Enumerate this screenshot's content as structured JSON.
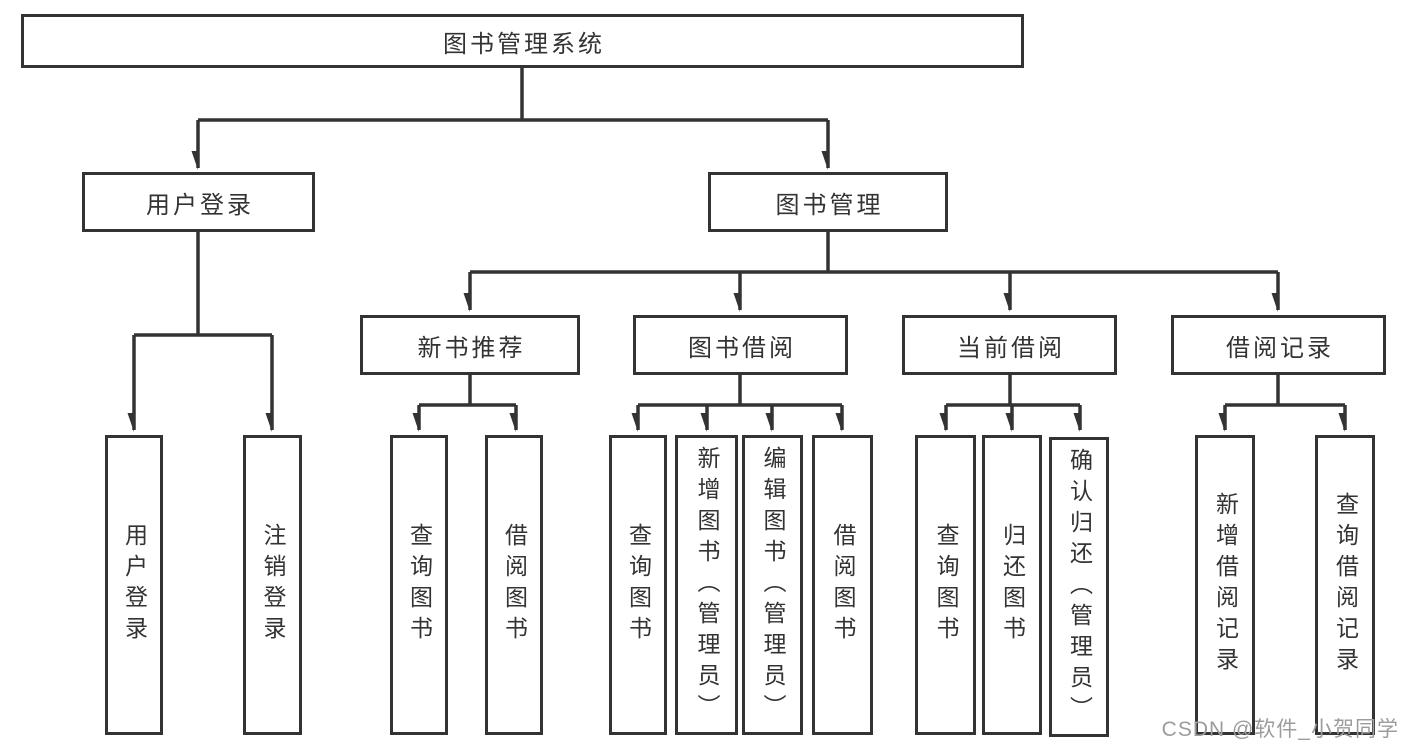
{
  "diagram": {
    "type": "hierarchy-tree",
    "root": {
      "label": "图书管理系统"
    },
    "level2": {
      "user_login": {
        "label": "用户登录"
      },
      "book_management": {
        "label": "图书管理"
      }
    },
    "level3": {
      "new_book_recommend": {
        "label": "新书推荐",
        "parent": "图书管理"
      },
      "book_borrow": {
        "label": "图书借阅",
        "parent": "图书管理"
      },
      "current_borrow": {
        "label": "当前借阅",
        "parent": "图书管理"
      },
      "borrow_records": {
        "label": "借阅记录",
        "parent": "图书管理"
      }
    },
    "leaves": {
      "user_login_leaf": {
        "label": "用户登录",
        "parent": "用户登录"
      },
      "logout_leaf": {
        "label": "注销登录",
        "parent": "用户登录"
      },
      "query_books_recommend": {
        "label": "查询图书",
        "parent": "新书推荐"
      },
      "borrow_books_recommend": {
        "label": "借阅图书",
        "parent": "新书推荐"
      },
      "query_books_borrow": {
        "label": "查询图书",
        "parent": "图书借阅"
      },
      "add_books_admin": {
        "label": "新增图书（管理员）",
        "parent": "图书借阅"
      },
      "edit_books_admin": {
        "label": "编辑图书（管理员）",
        "parent": "图书借阅"
      },
      "borrow_books_borrow": {
        "label": "借阅图书",
        "parent": "图书借阅"
      },
      "query_books_current": {
        "label": "查询图书",
        "parent": "当前借阅"
      },
      "return_books": {
        "label": "归还图书",
        "parent": "当前借阅"
      },
      "confirm_return_admin": {
        "label": "确认归还（管理员）",
        "parent": "当前借阅"
      },
      "add_borrow_record": {
        "label": "新增借阅记录",
        "parent": "借阅记录"
      },
      "query_borrow_record": {
        "label": "查询借阅记录",
        "parent": "借阅记录"
      }
    }
  },
  "watermark": {
    "text": "CSDN @软件_小贺同学"
  },
  "colors": {
    "line": "#333333",
    "box_border": "#333333",
    "text": "#333333",
    "watermark_text": "#9c9c9c",
    "background": "#ffffff"
  }
}
